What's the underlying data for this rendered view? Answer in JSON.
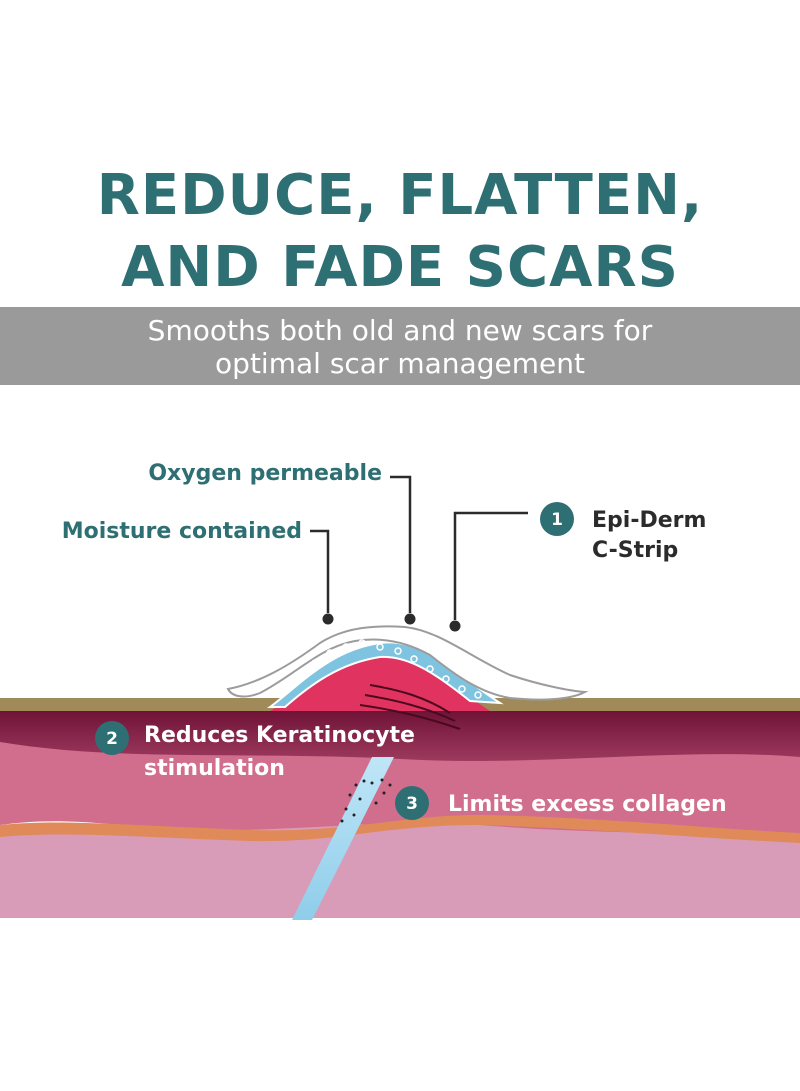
{
  "headline": {
    "line1": "REDUCE, FLATTEN,",
    "line2": "AND FADE SCARS"
  },
  "subtitle": {
    "line1": "Smooths both old and new scars for",
    "line2": "optimal scar management"
  },
  "callouts": {
    "oxygen": "Oxygen permeable",
    "moisture": "Moisture contained"
  },
  "steps": [
    {
      "number": "1",
      "label_line1": "Epi-Derm",
      "label_line2": "C-Strip"
    },
    {
      "number": "2",
      "label_line1": "Reduces Keratinocyte",
      "label_line2": "stimulation"
    },
    {
      "number": "3",
      "label_line1": "Limits excess collagen",
      "label_line2": ""
    }
  ],
  "colors": {
    "brand_teal": "#2e6f73",
    "band_gray": "#9a9a9a",
    "light_text": "#ffffff",
    "dark_text": "#2b2b2b"
  }
}
